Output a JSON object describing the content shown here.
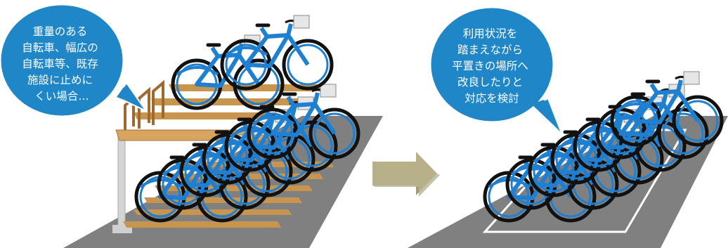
{
  "left_bubble": {
    "lines": [
      "重量のある",
      "自転車、幅広の",
      "自転車等、既存",
      "施設に止めに",
      "くい場合…"
    ]
  },
  "right_bubble": {
    "lines": [
      "利用状況を",
      "踏まえながら",
      "平置きの場所へ",
      "改良したりと",
      "対応を検討"
    ]
  },
  "colors": {
    "bubble_fill": "#1f86c7",
    "bike_blue": "#1f7fd0",
    "wood": "#c8954e",
    "ground": "#808080",
    "arrow": "#b8b089"
  },
  "icons": [
    "two-tier-bicycle-rack-illustration",
    "arrow-right-icon",
    "flat-bicycle-parking-illustration"
  ]
}
